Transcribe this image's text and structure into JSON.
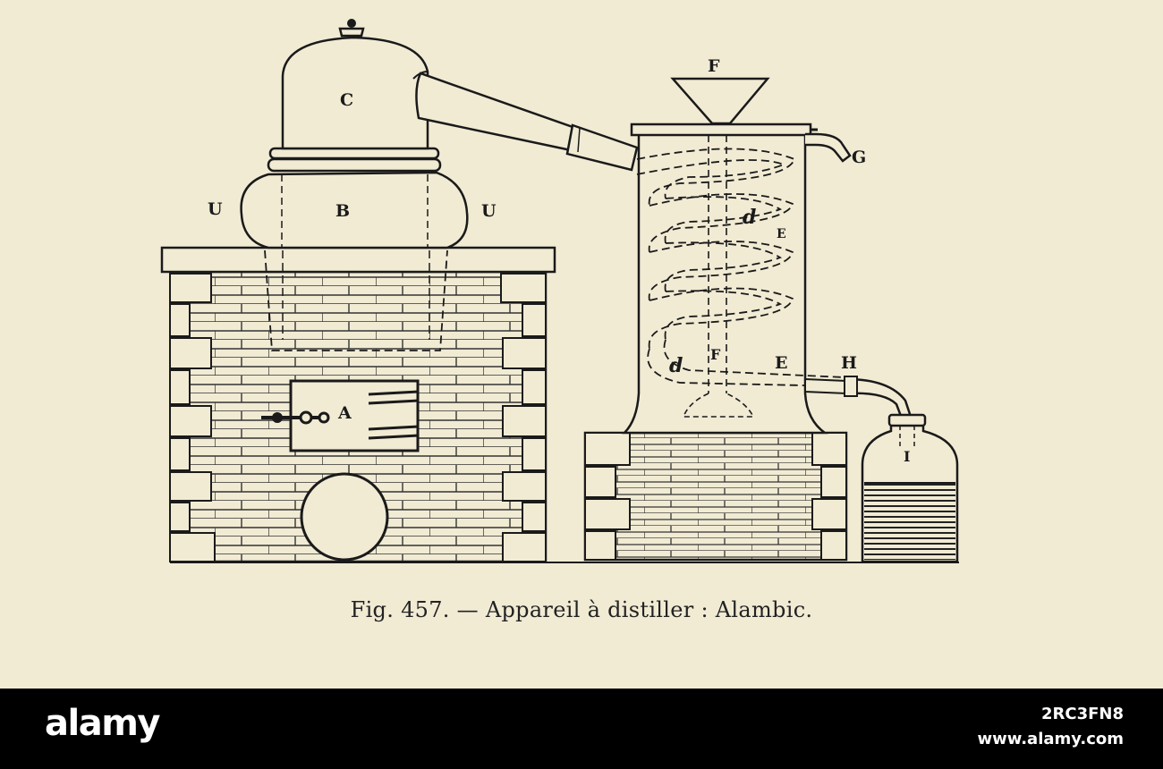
{
  "caption": "Fig. 457. — Appareil à distiller : Alambic.",
  "labels": {
    "C": "C",
    "B": "B",
    "U_left": "U",
    "U_right": "U",
    "A": "A",
    "F_top": "F",
    "G": "G",
    "d_upper": "d",
    "d_lower": "d",
    "E_upper": "E",
    "F_lower": "F",
    "E_lower": "E",
    "H": "H",
    "I": "I"
  },
  "watermark": {
    "brand": "alamy",
    "image_id": "2RC3FN8",
    "site": "www.alamy.com"
  },
  "colors": {
    "paper": "#f1ebd4",
    "ink": "#1a1a1a",
    "footer": "#000000"
  }
}
